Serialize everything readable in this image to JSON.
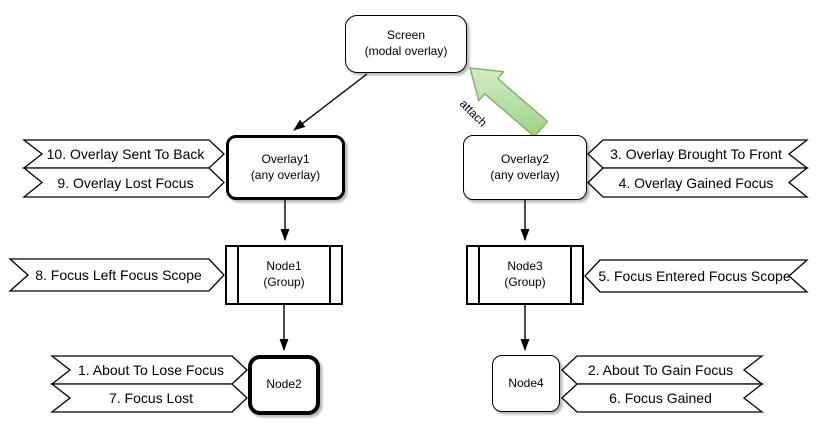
{
  "nodes": {
    "screen": {
      "label": "Screen",
      "sublabel": "(modal overlay)"
    },
    "overlay1": {
      "label": "Overlay1",
      "sublabel": "(any overlay)"
    },
    "overlay2": {
      "label": "Overlay2",
      "sublabel": "(any overlay)"
    },
    "node1": {
      "label": "Node1",
      "sublabel": "(Group)"
    },
    "node2": {
      "label": "Node2"
    },
    "node3": {
      "label": "Node3",
      "sublabel": "(Group)"
    },
    "node4": {
      "label": "Node4"
    }
  },
  "banners": [
    {
      "label": "10. Overlay Sent To Back",
      "attached_to": "Overlay1"
    },
    {
      "label": "9. Overlay Lost Focus",
      "attached_to": "Overlay1"
    },
    {
      "label": "8. Focus Left Focus Scope",
      "attached_to": "Node1"
    },
    {
      "label": "1. About To Lose Focus",
      "attached_to": "Node2"
    },
    {
      "label": "7. Focus Lost",
      "attached_to": "Node2"
    },
    {
      "label": "3. Overlay Brought To Front",
      "attached_to": "Overlay2"
    },
    {
      "label": "4. Overlay Gained Focus",
      "attached_to": "Overlay2"
    },
    {
      "label": "5. Focus Entered Focus Scope",
      "attached_to": "Node3"
    },
    {
      "label": "2. About To Gain Focus",
      "attached_to": "Node4"
    },
    {
      "label": "6. Focus Gained",
      "attached_to": "Node4"
    }
  ],
  "edges": {
    "attach_label": "attach"
  },
  "colors": {
    "attach_arrow_fill_light": "#d5ecc6",
    "attach_arrow_fill_dark": "#9fd186",
    "attach_arrow_stroke": "#82b366"
  }
}
